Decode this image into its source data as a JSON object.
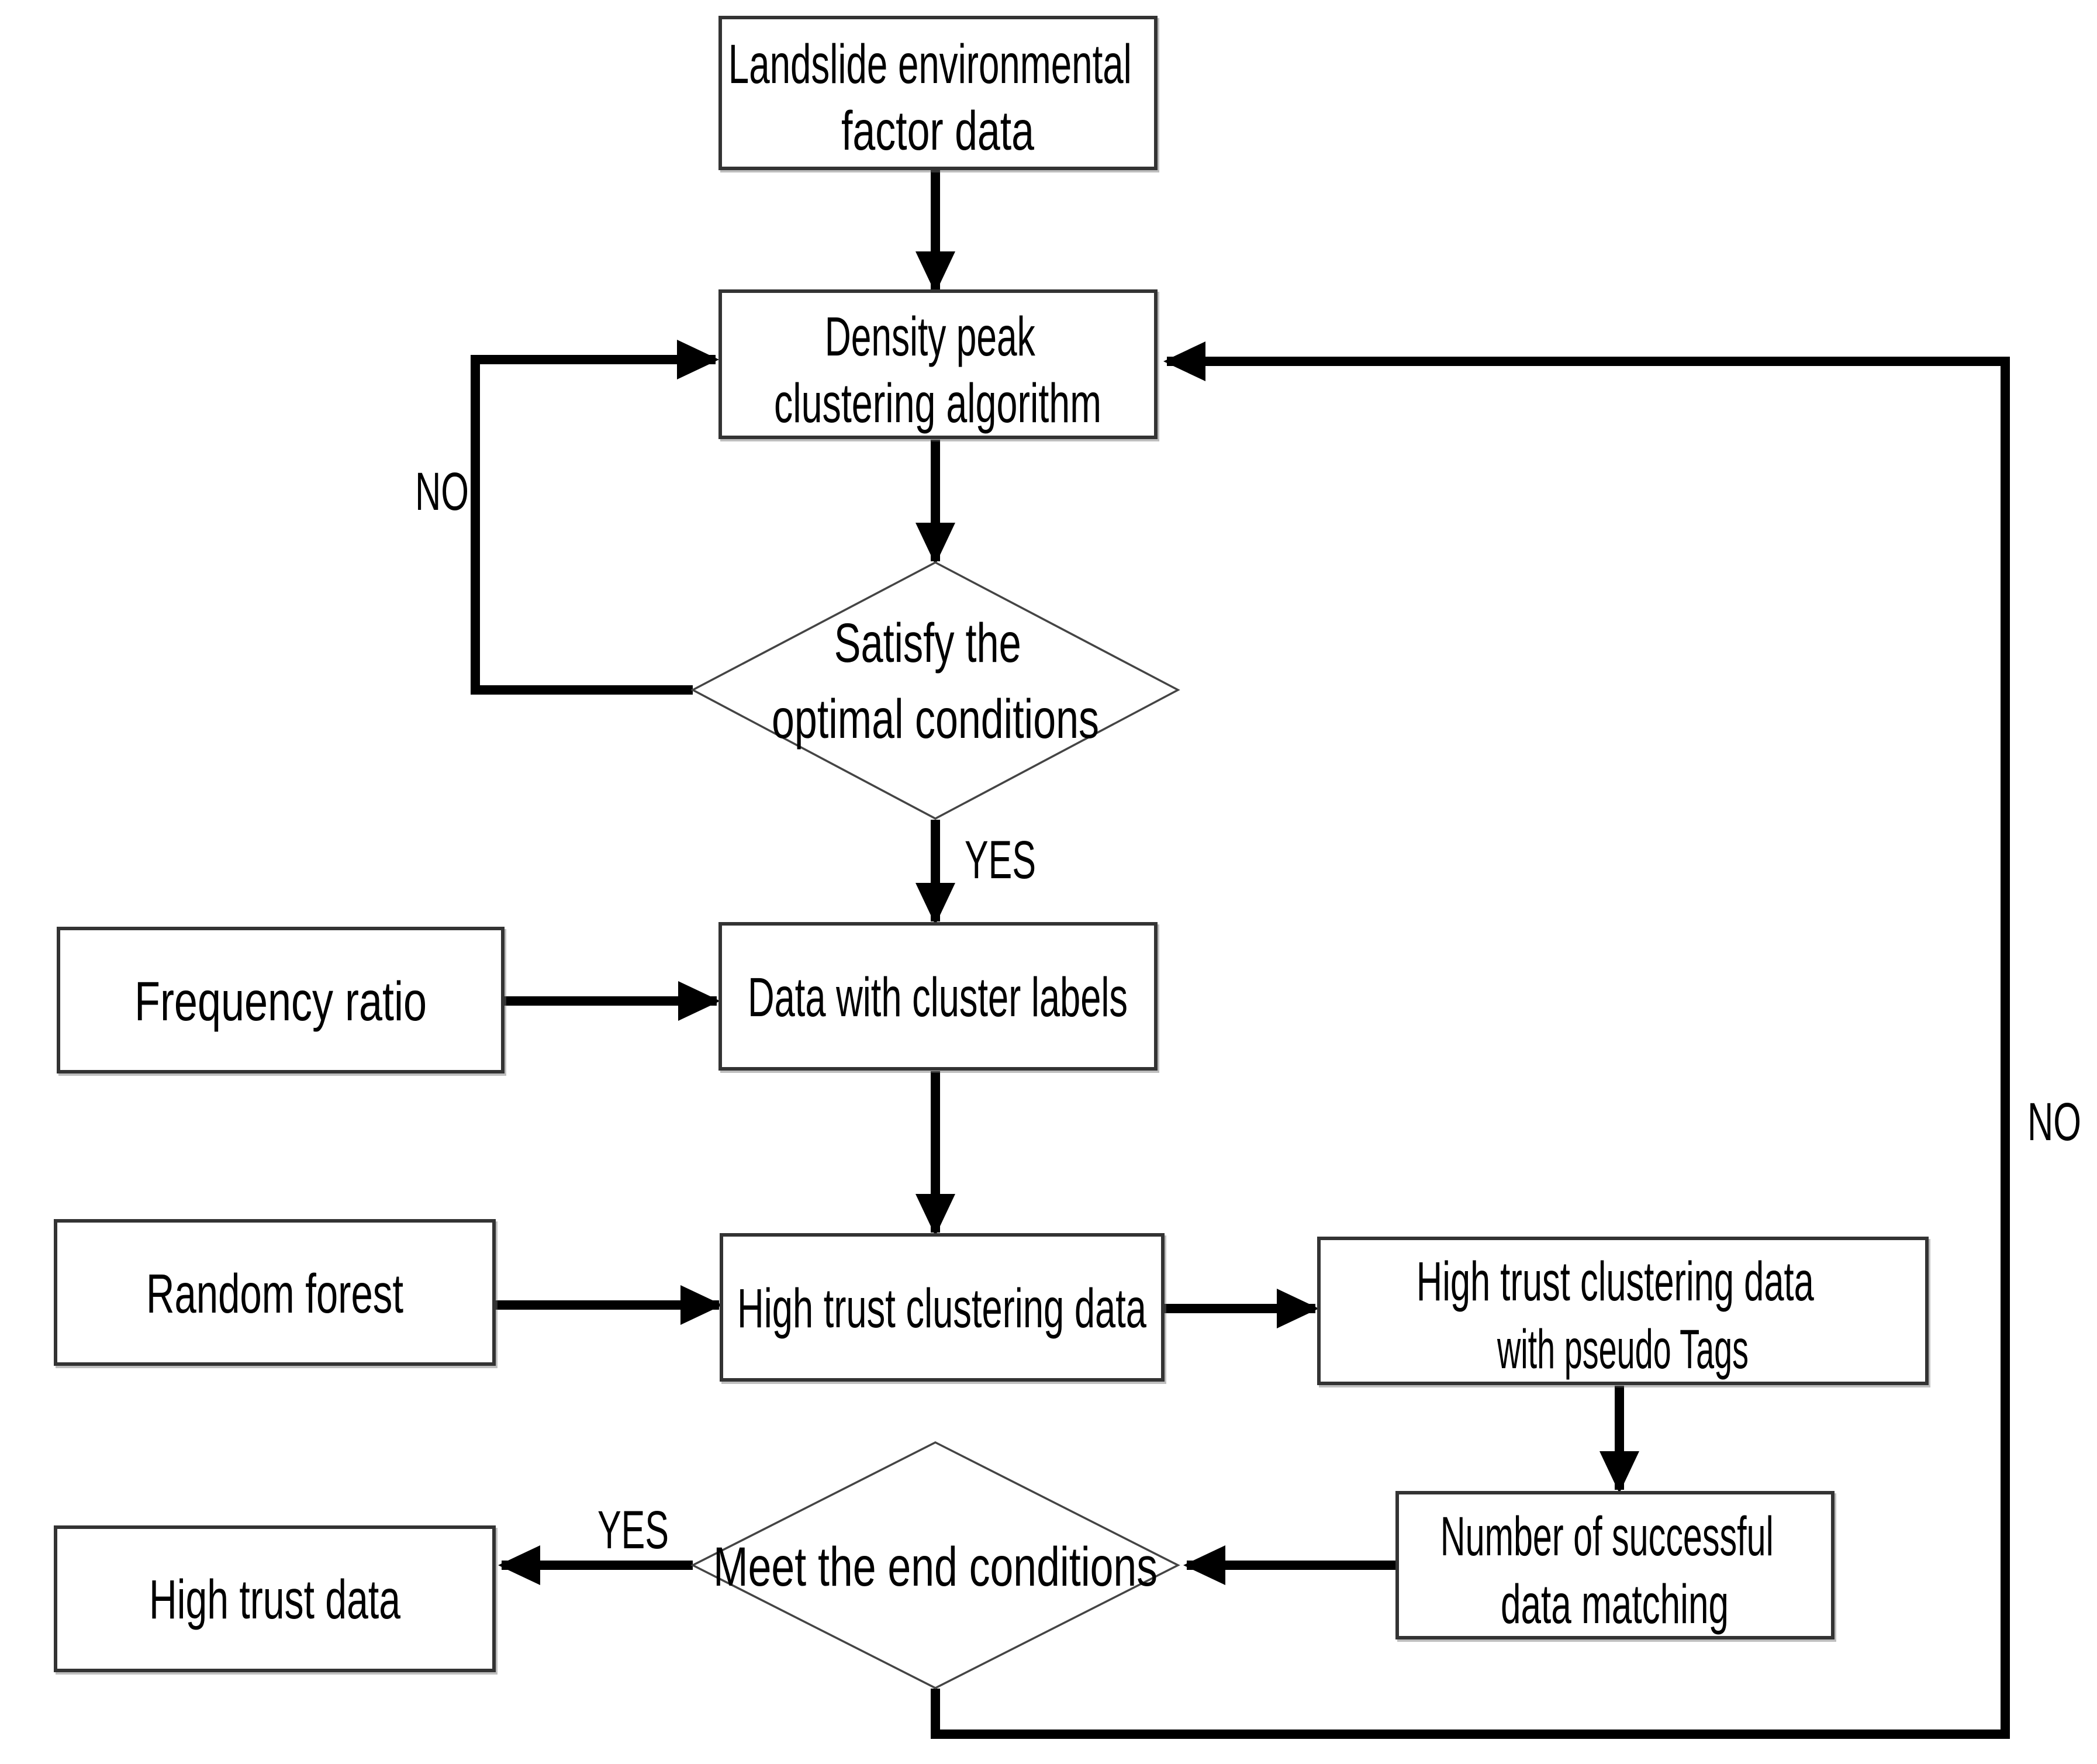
{
  "figure": {
    "background": "#ffffff",
    "line_color": "#000000",
    "box_border_color": "#333333",
    "text_color": "#000000"
  },
  "nodes": {
    "landslide": {
      "type": "process",
      "line1": "Landslide environmental",
      "line2": "factor data"
    },
    "density": {
      "type": "process",
      "line1": "Density peak",
      "line2": "clustering algorithm"
    },
    "optimal": {
      "type": "decision",
      "line1": "Satisfy the",
      "line2": "optimal conditions"
    },
    "frequency": {
      "type": "process",
      "label": "Frequency ratio"
    },
    "cluster_labels": {
      "type": "process",
      "label": "Data with cluster labels"
    },
    "random_forest": {
      "type": "process",
      "label": "Random forest"
    },
    "high_trust_clustering": {
      "type": "process",
      "label": "High trust clustering data"
    },
    "pseudo_tags": {
      "type": "process",
      "line1": "High trust clustering data",
      "line2": "with pseudo Tags"
    },
    "matching": {
      "type": "process",
      "line1": "Number of successful",
      "line2": "data matching"
    },
    "end_conditions": {
      "type": "decision",
      "label": "Meet the end conditions"
    },
    "high_trust_data": {
      "type": "process",
      "label": "High trust data"
    }
  },
  "edge_labels": {
    "optimal_no": "NO",
    "optimal_yes": "YES",
    "end_yes": "YES",
    "end_no": "NO"
  },
  "edges": [
    {
      "from": "landslide",
      "to": "density",
      "label": ""
    },
    {
      "from": "density",
      "to": "optimal",
      "label": ""
    },
    {
      "from": "optimal",
      "to": "density",
      "label": "NO"
    },
    {
      "from": "optimal",
      "to": "cluster_labels",
      "label": "YES"
    },
    {
      "from": "frequency",
      "to": "cluster_labels",
      "label": ""
    },
    {
      "from": "cluster_labels",
      "to": "high_trust_clustering",
      "label": ""
    },
    {
      "from": "random_forest",
      "to": "high_trust_clustering",
      "label": ""
    },
    {
      "from": "high_trust_clustering",
      "to": "pseudo_tags",
      "label": ""
    },
    {
      "from": "pseudo_tags",
      "to": "matching",
      "label": ""
    },
    {
      "from": "matching",
      "to": "end_conditions",
      "label": ""
    },
    {
      "from": "end_conditions",
      "to": "high_trust_data",
      "label": "YES"
    },
    {
      "from": "end_conditions",
      "to": "density",
      "label": "NO"
    }
  ]
}
